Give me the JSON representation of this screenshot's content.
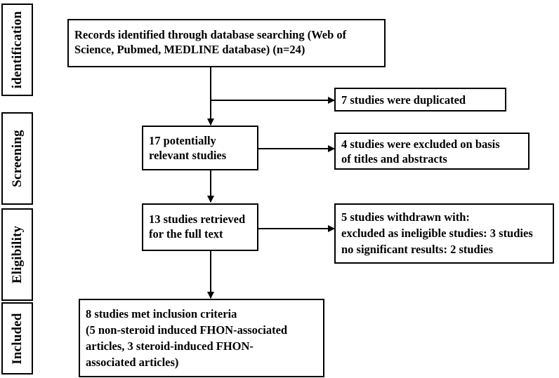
{
  "stages": {
    "identification": "identification",
    "screening": "Screening",
    "eligibility": "Eligibility",
    "included": "Included"
  },
  "boxes": {
    "records": {
      "lines": [
        "Records identified through database searching (Web of",
        "Science, Pubmed, MEDLINE database) (n=24)"
      ]
    },
    "duplicated": {
      "lines": [
        "7 studies were duplicated"
      ]
    },
    "potentially": {
      "lines": [
        "17 potentially",
        "relevant studies"
      ]
    },
    "excluded_titles": {
      "lines": [
        "4 studies were excluded on basis",
        "of titles and abstracts"
      ]
    },
    "retrieved": {
      "lines": [
        "13 studies retrieved",
        "for the full text"
      ]
    },
    "withdrawn": {
      "lines": [
        "5 studies withdrawn with:",
        "excluded as ineligible studies: 3 studies",
        "no significant results: 2 studies"
      ]
    },
    "included": {
      "lines": [
        "8 studies met inclusion  criteria",
        "(5 non-steroid induced FHON-associated",
        "articles, 3 steroid-induced FHON-",
        "associated articles)"
      ]
    }
  },
  "colors": {
    "stroke": "#000000",
    "background": "#ffffff"
  }
}
